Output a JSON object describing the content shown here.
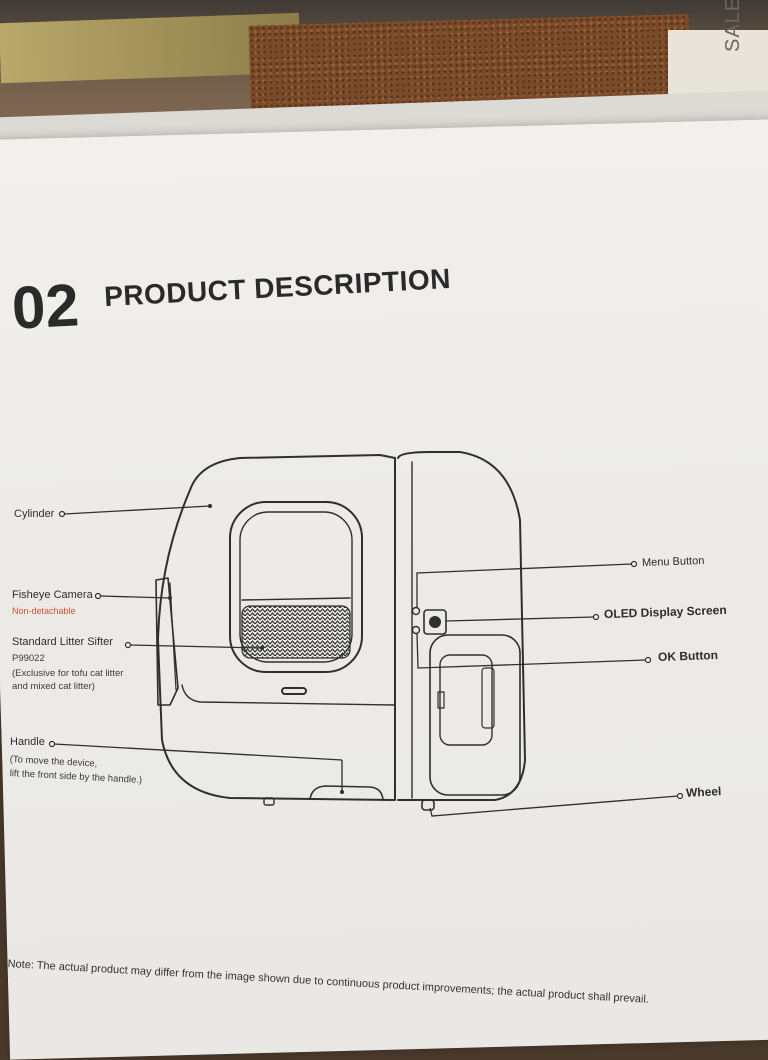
{
  "background": {
    "magazine_text": "SALE"
  },
  "section": {
    "number": "02",
    "title": "PRODUCT DESCRIPTION"
  },
  "labels": {
    "cylinder": "Cylinder",
    "fisheye_camera": "Fisheye Camera",
    "fisheye_note": "Non-detachable",
    "sifter": "Standard Litter Sifter",
    "sifter_code": "P99022",
    "sifter_note_1": "(Exclusive for tofu cat litter",
    "sifter_note_2": "and mixed cat litter)",
    "handle": "Handle",
    "handle_note_1": "(To move the device,",
    "handle_note_2": "lift the front side by the handle.)",
    "menu_button": "Menu Button",
    "oled_screen": "OLED Display Screen",
    "ok_button": "OK Button",
    "wheel": "Wheel"
  },
  "footer": {
    "note": "Note: The actual product may differ from the image shown due to continuous product improvements; the actual product shall prevail."
  },
  "colors": {
    "paper": "#eceae6",
    "ink": "#2a2a2a",
    "accent_red": "#d0503a"
  }
}
